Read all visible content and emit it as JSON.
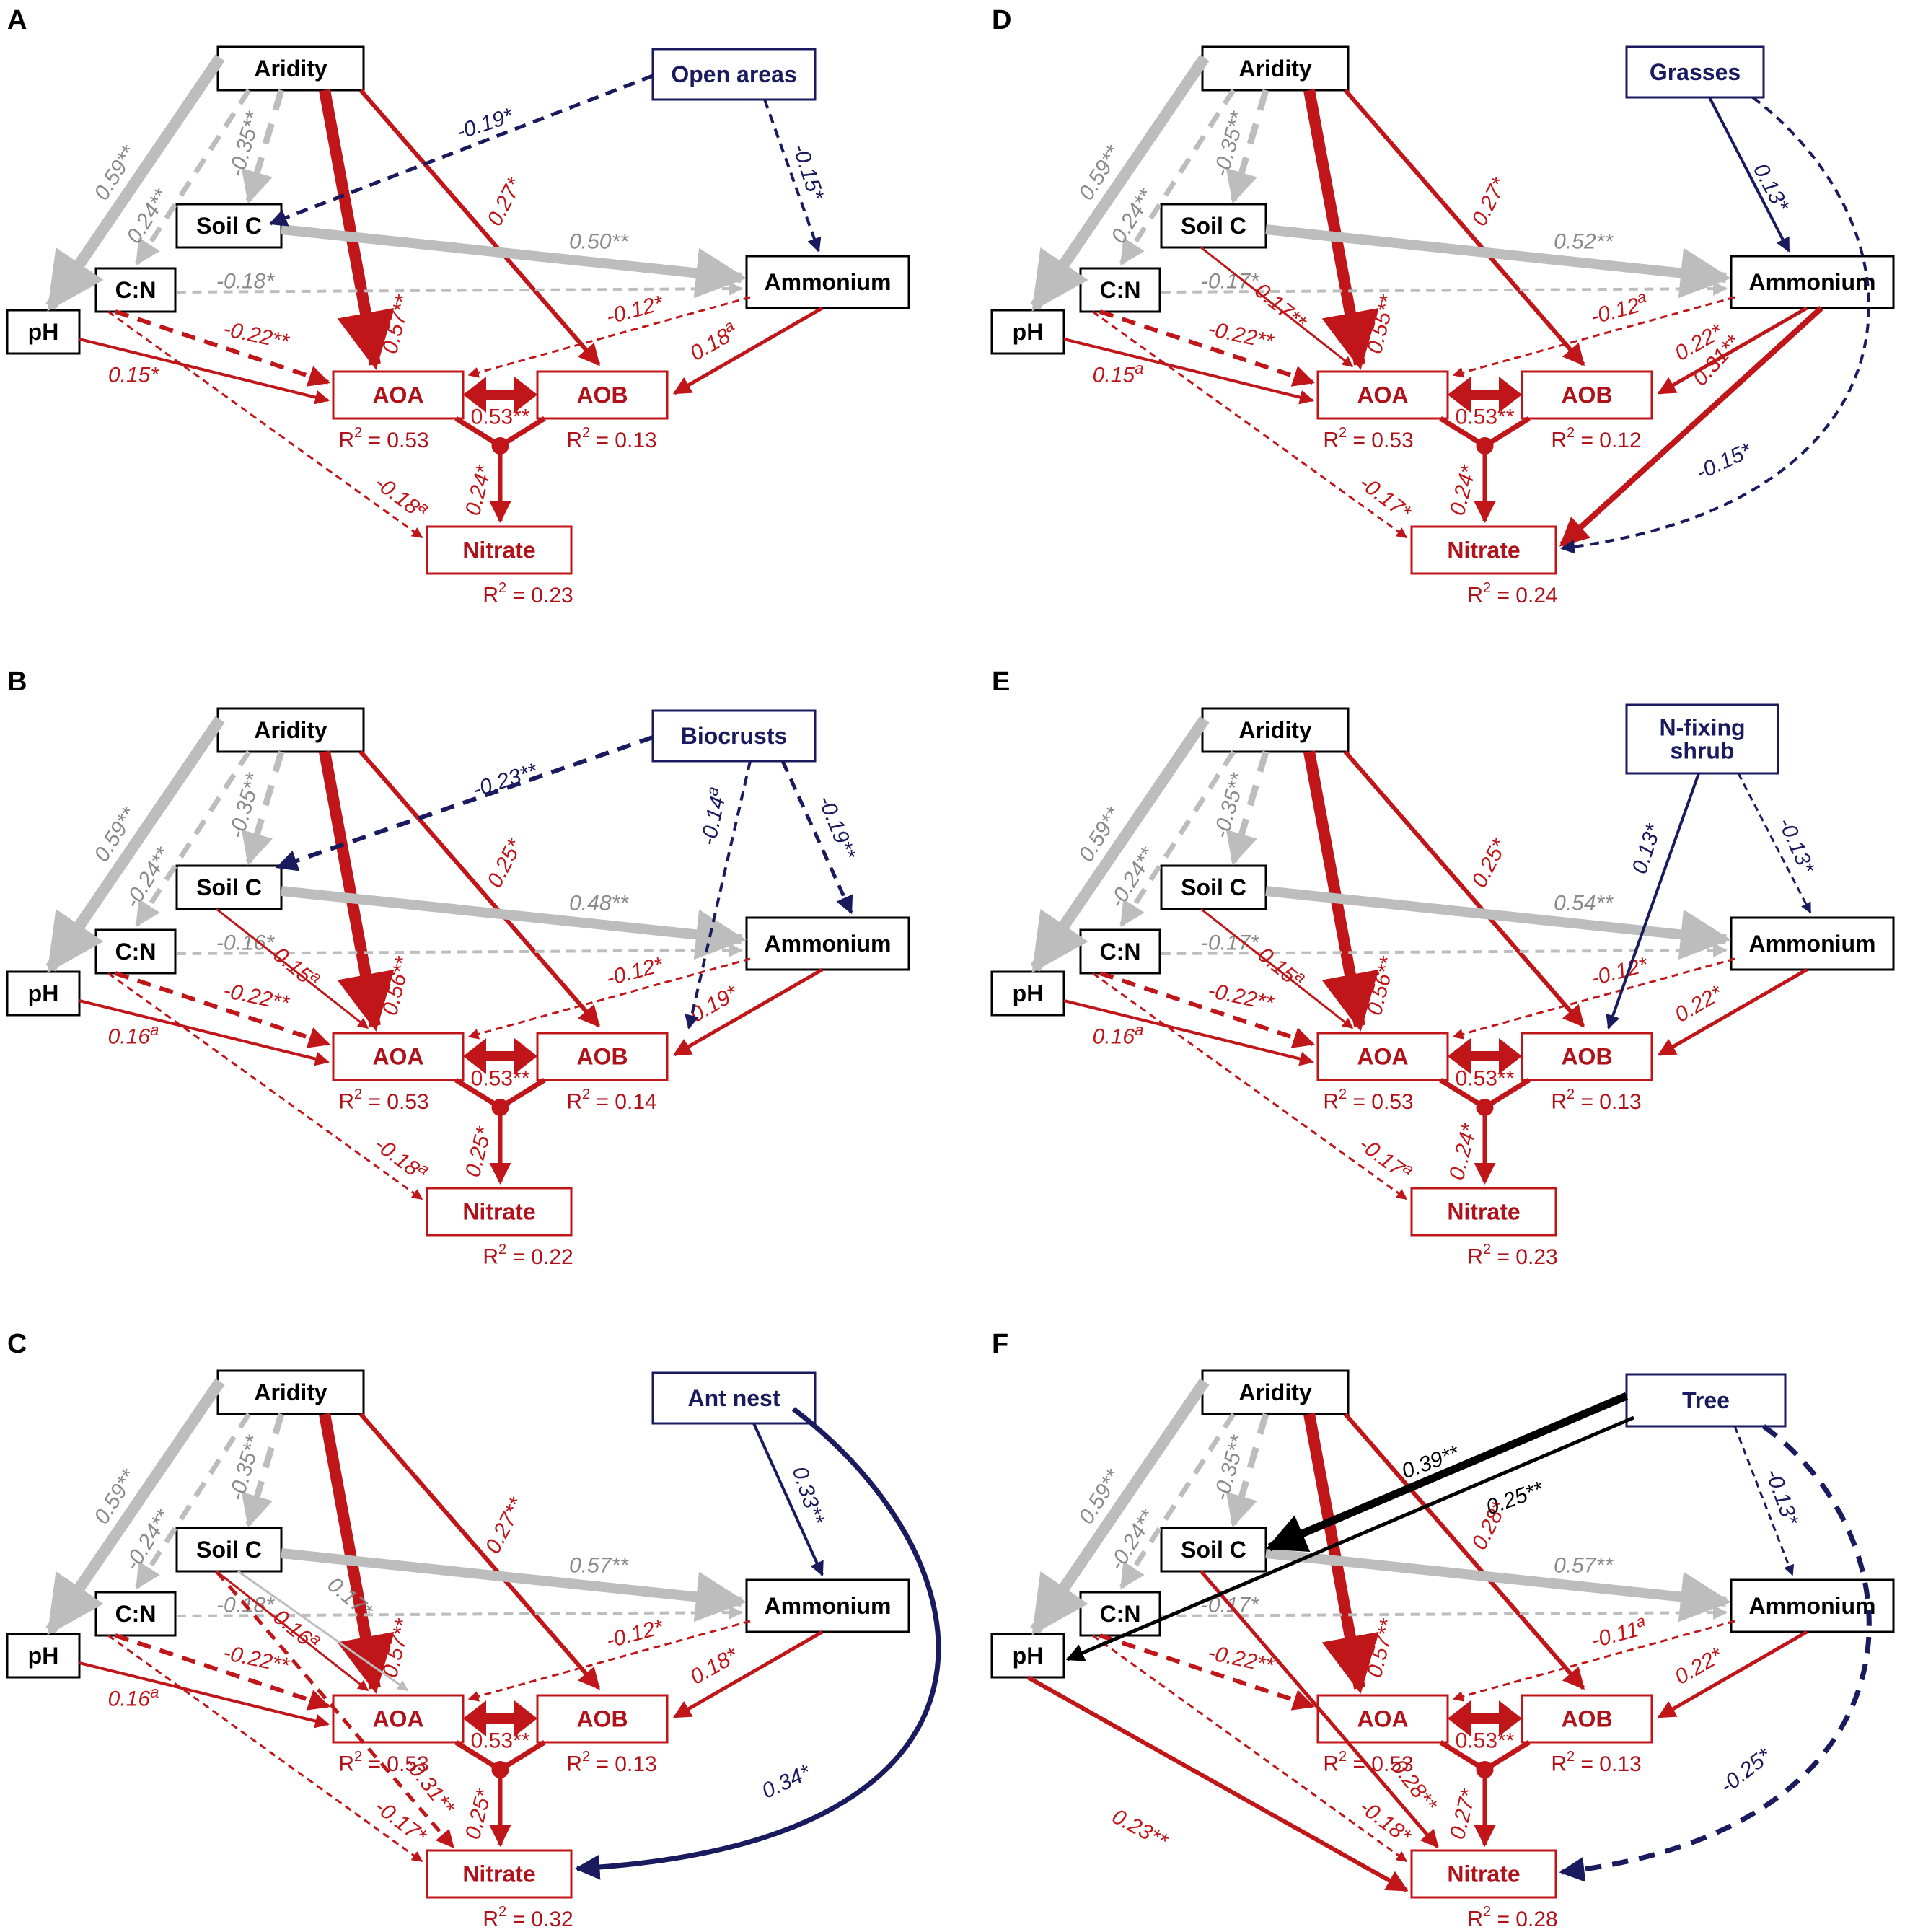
{
  "colors": {
    "red": "#c0161a",
    "grey": "#bdbdbd",
    "navy": "#1a1a5e",
    "black": "#000000"
  },
  "panels": [
    {
      "letter": "A",
      "special": "Open areas",
      "labels": {
        "ar_ph": "0.59**",
        "ar_cn": "0.24**",
        "ar_soilc": "-0.35**",
        "ar_aoa": "0.57**",
        "ar_aob": "0.27*",
        "soilc_amm": "0.50**",
        "cn_amm": "-0.18*",
        "cn_aoa": "-0.22**",
        "ph_aoa": "0.15*",
        "cn_nit": "-0.18a",
        "amm_aoa": "-0.12*",
        "amm_aob": "0.18a",
        "corr": "0.53**",
        "nit": "0.24*",
        "sp1": "-0.19*",
        "sp2": "-0.15*"
      },
      "r2": {
        "aoa": "R² = 0.53",
        "aob": "R² = 0.13",
        "nit": "R² = 0.23"
      }
    },
    {
      "letter": "B",
      "special": "Biocrusts",
      "labels": {
        "ar_ph": "0.59**",
        "ar_cn": "-0.24**",
        "ar_soilc": "-0.35**",
        "ar_aoa": "0.56**",
        "ar_aob": "0.25*",
        "soilc_amm": "0.48**",
        "cn_amm": "-0.16*",
        "cn_aoa": "-0.22**",
        "ph_aoa": "0.16a",
        "cn_nit": "-0.18a",
        "amm_aoa": "-0.12*",
        "amm_aob": "0.19*",
        "corr": "0.53**",
        "nit": "0.25*",
        "soilc_aoa": "0.15a",
        "sp1": "-0.23**",
        "sp2": "-0.14a",
        "sp3": "-0.19**"
      },
      "r2": {
        "aoa": "R² = 0.53",
        "aob": "R² = 0.14",
        "nit": "R² = 0.22"
      }
    },
    {
      "letter": "C",
      "special": "Ant nest",
      "labels": {
        "ar_ph": "0.59**",
        "ar_cn": "-0.24**",
        "ar_soilc": "-0.35**",
        "ar_aoa": "0.57**",
        "ar_aob": "0.27**",
        "soilc_amm": "0.57**",
        "cn_amm": "-0.18*",
        "cn_aoa": "-0.22**",
        "ph_aoa": "0.16a",
        "cn_nit": "-0.17*",
        "amm_aoa": "-0.12*",
        "amm_aob": "0.18*",
        "corr": "0.53**",
        "nit": "0.25*",
        "soilc_aoa": "0.16a",
        "soilc_aoa2": "0.17*",
        "soilc_nit": "-0.31**",
        "sp1": "0.33**",
        "sp2": "0.34*"
      },
      "r2": {
        "aoa": "R² = 0.53",
        "aob": "R² = 0.13",
        "nit": "R² = 0.32"
      }
    },
    {
      "letter": "D",
      "special": "Grasses",
      "labels": {
        "ar_ph": "0.59**",
        "ar_cn": "0.24**",
        "ar_soilc": "-0.35**",
        "ar_aoa": "0.55**",
        "ar_aob": "0.27*",
        "soilc_amm": "0.52**",
        "cn_amm": "-0.17*",
        "cn_aoa": "-0.22**",
        "ph_aoa": "0.15a",
        "cn_nit": "-0.17*",
        "amm_aoa": "-0.12a",
        "amm_aob": "0.22*",
        "corr": "0.53**",
        "nit": "0.24*",
        "soilc_aoa": "0.17**",
        "amm_nit": "0.31**",
        "sp1": "0.13*",
        "sp2": "-0.15*"
      },
      "r2": {
        "aoa": "R² = 0.53",
        "aob": "R² = 0.12",
        "nit": "R² = 0.24"
      }
    },
    {
      "letter": "E",
      "special": "N-fixing shrub",
      "labels": {
        "ar_ph": "0.59**",
        "ar_cn": "-0.24**",
        "ar_soilc": "-0.35**",
        "ar_aoa": "0.56**",
        "ar_aob": "0.25*",
        "soilc_amm": "0.54**",
        "cn_amm": "-0.17*",
        "cn_aoa": "-0.22**",
        "ph_aoa": "0.16a",
        "cn_nit": "-0.17a",
        "amm_aoa": "-0.12*",
        "amm_aob": "0.22*",
        "corr": "0.53**",
        "nit": "0..24*",
        "soilc_aoa": "0.15a",
        "sp1": "0.13*",
        "sp2": "-0.13*"
      },
      "r2": {
        "aoa": "R² = 0.53",
        "aob": "R² = 0.13",
        "nit": "R² = 0.23"
      }
    },
    {
      "letter": "F",
      "special": "Tree",
      "labels": {
        "ar_ph": "0.59**",
        "ar_cn": "-0.24**",
        "ar_soilc": "-0.35**",
        "ar_aoa": "0.57**",
        "ar_aob": "0.28*",
        "soilc_amm": "0.57**",
        "cn_amm": "-0.17*",
        "cn_aoa": "-0.22**",
        "ph_nit": "0.23**",
        "cn_nit": "-0.18*",
        "amm_aoa": "-0.11a",
        "amm_aob": "0.22*",
        "corr": "0.53**",
        "nit": "0.27*",
        "soilc_nit": "0.28**",
        "sp1": "0.39**",
        "sp2": "0.25**",
        "sp3": "-0.13*",
        "sp4": "-0.25*"
      },
      "r2": {
        "aoa": "R² = 0.53",
        "aob": "R² = 0.13",
        "nit": "R² = 0.28"
      }
    }
  ],
  "nodes": {
    "aridity": "Aridity",
    "soilc": "Soil C",
    "cn": "C:N",
    "ph": "pH",
    "ammonium": "Ammonium",
    "aoa": "AOA",
    "aob": "AOB",
    "nitrate": "Nitrate"
  }
}
